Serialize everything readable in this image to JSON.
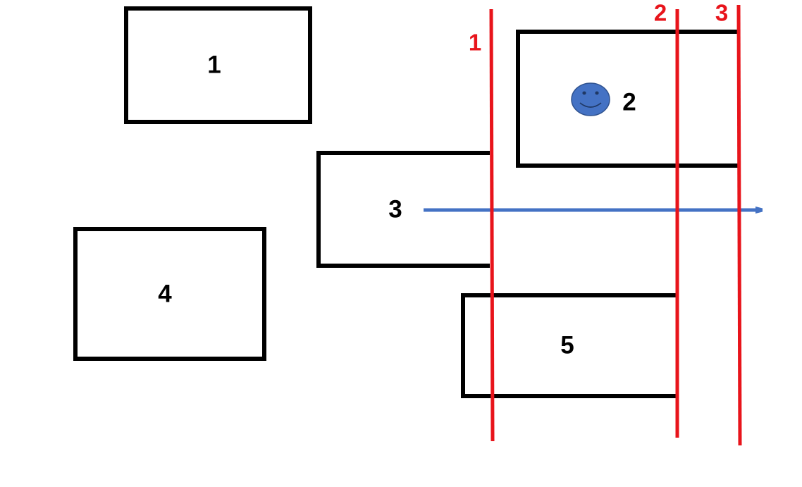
{
  "boxes": [
    {
      "id": "1",
      "label": "1"
    },
    {
      "id": "2",
      "label": "2"
    },
    {
      "id": "3",
      "label": "3"
    },
    {
      "id": "4",
      "label": "4"
    },
    {
      "id": "5",
      "label": "5"
    }
  ],
  "lines": [
    {
      "id": "1",
      "label": "1"
    },
    {
      "id": "2",
      "label": "2"
    },
    {
      "id": "3",
      "label": "3"
    }
  ],
  "icons": {
    "agent": "smiley-face-icon"
  },
  "colors": {
    "box_stroke": "#000000",
    "line": "#e8141b",
    "arrow": "#4472c4",
    "smiley_fill": "#4472c4",
    "smiley_stroke": "#2f528f"
  }
}
